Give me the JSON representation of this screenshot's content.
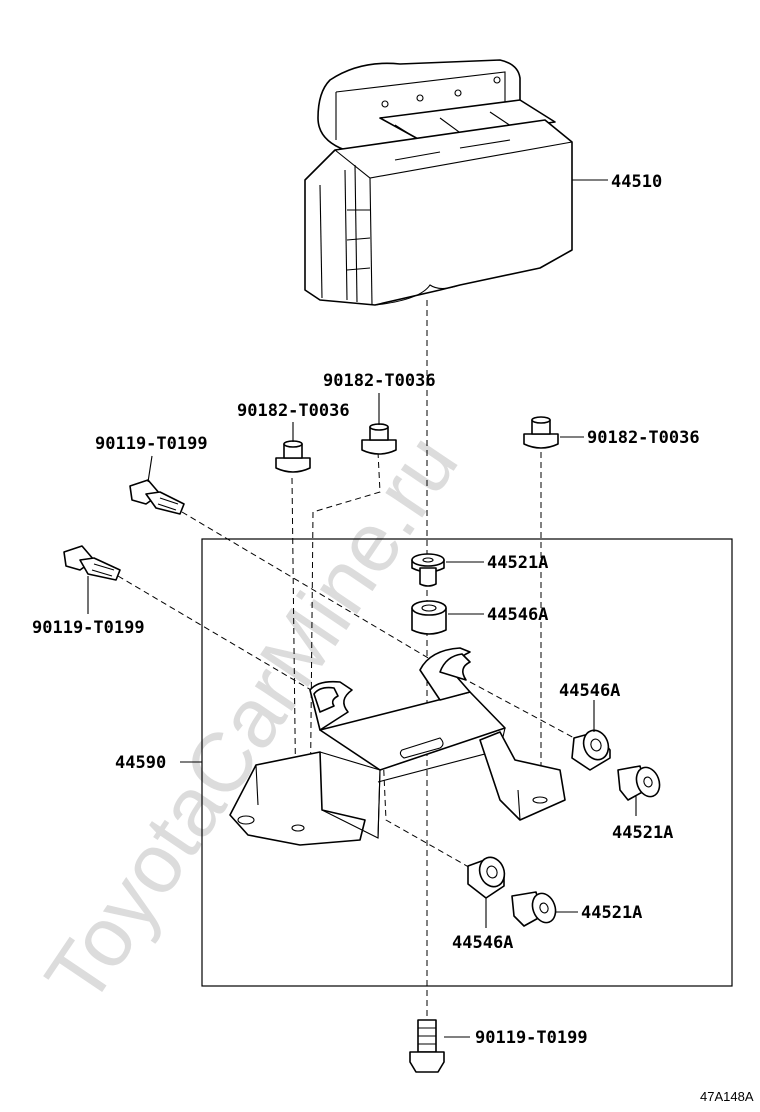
{
  "watermark": "ToyotaCarMine.ru",
  "reference_code": "47A148A",
  "callouts": {
    "abs_actuator": "44510",
    "nut_top_left": "90182-T0036",
    "nut_top_center": "90182-T0036",
    "nut_top_right": "90182-T0036",
    "bolt_upper": "90119-T0199",
    "bolt_lower_left": "90119-T0199",
    "bolt_bottom": "90119-T0199",
    "bracket": "44590",
    "collar_top": "44521A",
    "cushion_top": "44546A",
    "cushion_right": "44546A",
    "collar_right": "44521A",
    "cushion_bottom": "44546A",
    "collar_bottom": "44521A"
  }
}
